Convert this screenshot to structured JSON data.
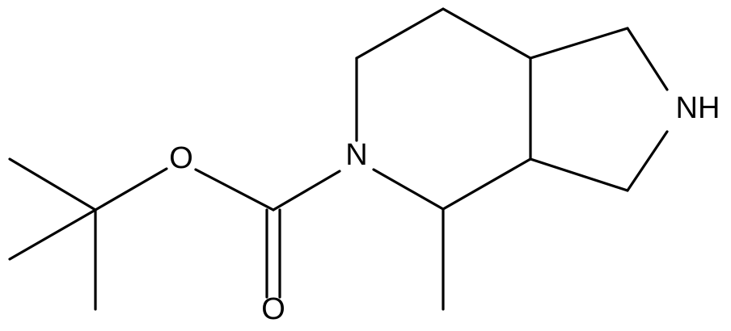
{
  "molecule": {
    "atom_labels": {
      "n_ring": "N",
      "nh": "NH",
      "o_ether": "O",
      "o_carbonyl": "O"
    }
  }
}
